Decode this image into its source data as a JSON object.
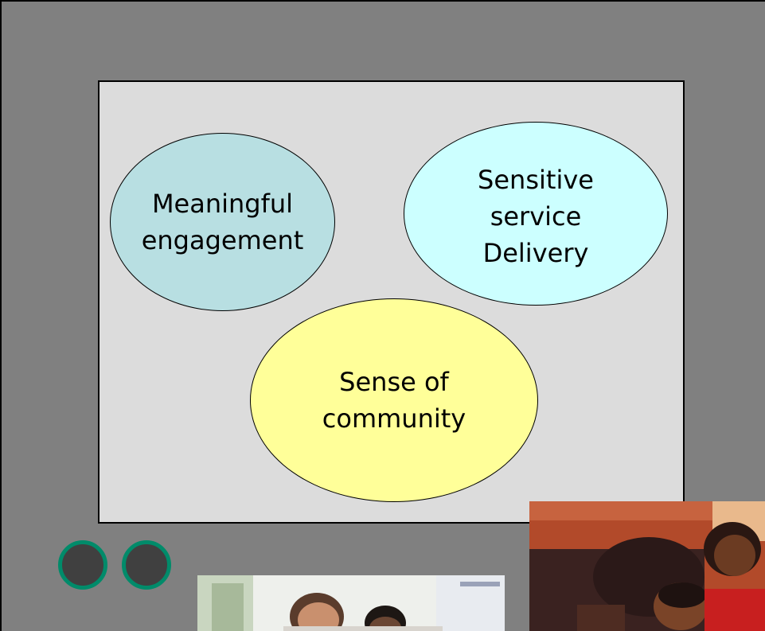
{
  "diagram": {
    "ovals": [
      {
        "label": "Meaningful\nengagement",
        "color": "#b8dfe2"
      },
      {
        "label": "Sensitive\nservice\nDelivery",
        "color": "#ccffff"
      },
      {
        "label": "Sense of\ncommunity",
        "color": "#ffff99"
      }
    ]
  },
  "decor": {
    "bullet_color": "#404040",
    "bullet_ring_color": "#008b6a"
  }
}
